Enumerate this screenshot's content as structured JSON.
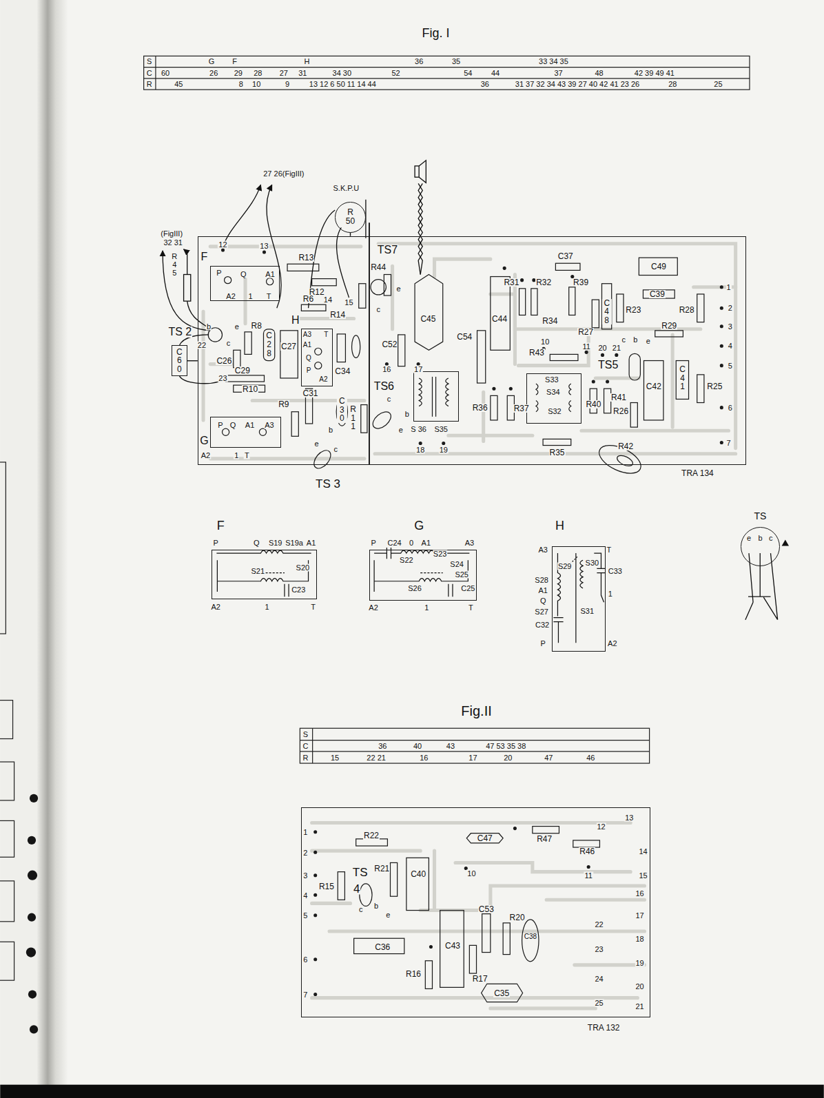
{
  "diagram": {
    "title": "Fig. I",
    "nodes": [
      {
        "text": [
          "R 50"
        ]
      },
      {
        "text": [
          "C 60"
        ]
      },
      {
        "text": [
          "TRA 134"
        ]
      },
      {
        "text": [
          "F",
          "P",
          "Q",
          "A1",
          "A2",
          "1",
          "T"
        ],
        "in": 2
      },
      {
        "text": [
          "H",
          "A3",
          "T",
          "A1",
          "Q",
          "P",
          "A2"
        ],
        "in": 2
      },
      {
        "text": [
          "G",
          "P",
          "Q",
          "A1",
          "A3",
          "A2",
          "1",
          "T"
        ],
        "in": 2
      },
      {
        "text": [
          "S 36",
          "S35"
        ],
        "in": 2
      },
      {
        "text": [
          "S33",
          "S34",
          "S32"
        ],
        "in": 2
      },
      {
        "text": [
          "F",
          "P",
          "Q",
          "S19",
          "S19a",
          "A1",
          "S21",
          "S20",
          "C23",
          "A2",
          "1",
          "T"
        ]
      },
      {
        "text": [
          "G",
          "P",
          "C24",
          "0",
          "A1",
          "A3",
          "S22",
          "S23",
          "S24",
          "S26",
          "S25",
          "C25",
          "A2",
          "1",
          "T"
        ]
      },
      {
        "text": [
          "H",
          "A3",
          "T",
          "S29",
          "S30",
          "C33",
          "S28",
          "A1",
          "Q",
          "S31",
          "S27",
          "1",
          "C32",
          "P",
          "A2"
        ]
      },
      {
        "text": [
          "TS",
          "e",
          "b",
          "c"
        ]
      },
      {
        "text": [
          "TRA 132"
        ]
      }
    ],
    "edges": [
      {
        "from": 0,
        "to": 2,
        "arrow": "none"
      },
      {
        "from": 1,
        "to": 2,
        "arrow": "none"
      }
    ],
    "labels": [
      "Fig.II",
      "S",
      "C",
      "R",
      "G",
      "F",
      "H",
      "36",
      "35",
      "33 34 35",
      "60",
      "26",
      "29",
      "28",
      "27",
      "31",
      "34 30",
      "52",
      "54",
      "44",
      "37",
      "48",
      "42 39 49 41",
      "45",
      "8",
      "10",
      "9",
      "13 12 6 50 11 14 44",
      "36",
      "31 37 32 34 43 39 27 40 42 41 23 26",
      "28",
      "25",
      "27 26(FigIII)",
      "(FigIII)",
      "32 31",
      "S.K.P.U",
      "R 45",
      "TS 2",
      "12",
      "13",
      "b",
      "e",
      "c",
      "22",
      "23",
      "R13",
      "R12",
      "R6",
      "14",
      "15",
      "R14",
      "R8",
      "C 28",
      "C27",
      "C26",
      "C34",
      "C29",
      "R10",
      "R9",
      "C31",
      "C 30",
      "R 11",
      "TS 3",
      "b",
      "e",
      "c",
      "TS7",
      "R44",
      "e",
      "c",
      "16",
      "C52",
      "17",
      "TS6",
      "c",
      "b",
      "e",
      "18",
      "19",
      "C45",
      "C54",
      "C44",
      "R31",
      "R32",
      "C37",
      "R39",
      "R34",
      "R27",
      "C 48",
      "R23",
      "C49",
      "C39",
      "R28",
      "R29",
      "R43",
      "10",
      "11",
      "20",
      "21",
      "c",
      "b",
      "e",
      "TS5",
      "C42",
      "C 41",
      "R25",
      "R40",
      "R41",
      "R26",
      "R36",
      "R37",
      "R35",
      "R42",
      "1",
      "2",
      "3",
      "4",
      "5",
      "6",
      "7",
      "S",
      "C",
      "R",
      "36",
      "40",
      "43",
      "47 53 35 38",
      "15",
      "22 21",
      "16",
      "17",
      "20",
      "47",
      "46",
      "R22",
      "C47",
      "R47",
      "R46",
      "12",
      "13",
      "14",
      "R15",
      "TS",
      "4",
      "R21",
      "C40",
      "10",
      "11",
      "15",
      "16",
      "17",
      "18",
      "19",
      "20",
      "21",
      "22",
      "23",
      "24",
      "25",
      "c",
      "b",
      "e",
      "C53",
      "R20",
      "C38",
      "C36",
      "C43",
      "R16",
      "R17",
      "C35",
      "1",
      "2",
      "3",
      "4",
      "5",
      "6",
      "7"
    ]
  }
}
